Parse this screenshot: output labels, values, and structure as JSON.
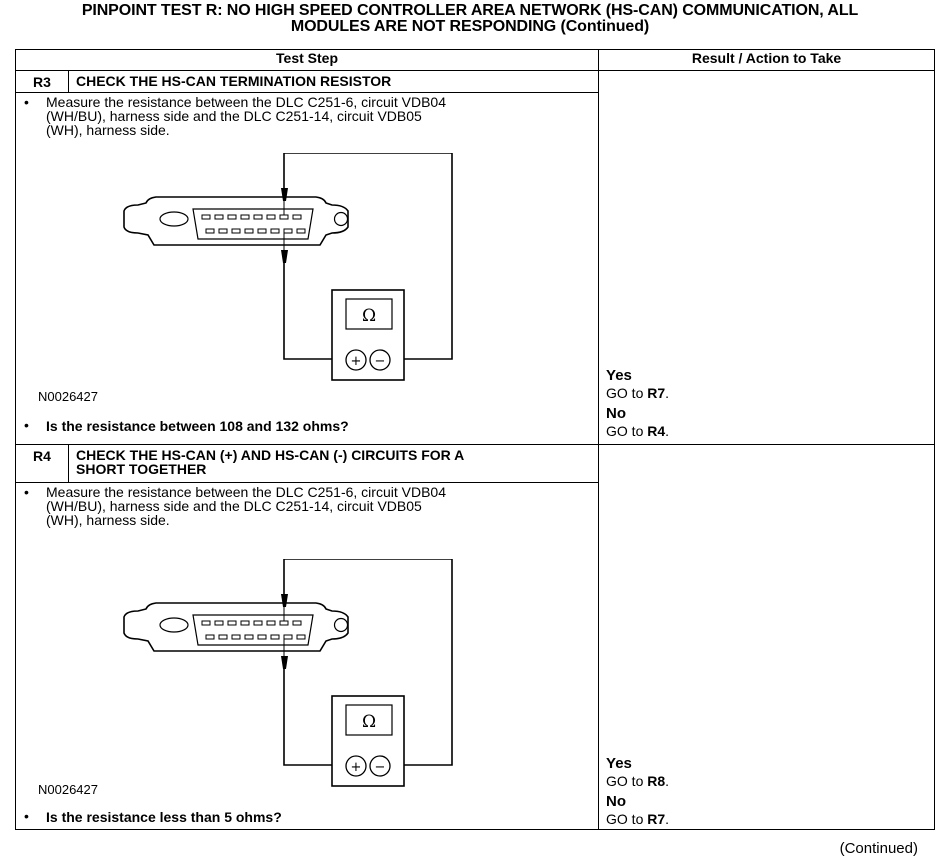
{
  "title_line1": "PINPOINT TEST R: NO HIGH SPEED CONTROLLER AREA NETWORK (HS-CAN) COMMUNICATION, ALL",
  "title_line2": "MODULES ARE NOT RESPONDING (Continued)",
  "headers": {
    "test_step": "Test Step",
    "result": "Result / Action to Take"
  },
  "steps": [
    {
      "id": "R3",
      "title": "CHECK THE HS-CAN TERMINATION RESISTOR",
      "bullet1_line1": "Measure the resistance between the DLC C251-6, circuit VDB04",
      "bullet1_line2": "(WH/BU), harness side and the DLC C251-14, circuit VDB05",
      "bullet1_line3": "(WH), harness side.",
      "meter_symbol": "Ω",
      "plus": "+",
      "minus": "−",
      "figure_id": "N0026427",
      "question": "Is the resistance between 108 and 132 ohms?",
      "yes": "Yes",
      "yes_action": "GO to",
      "yes_target": "R7",
      "no": "No",
      "no_action": "GO to",
      "no_target": "R4"
    },
    {
      "id": "R4",
      "title_line1": "CHECK THE HS-CAN (+) AND HS-CAN (-) CIRCUITS FOR A",
      "title_line2": "SHORT TOGETHER",
      "bullet1_line1": "Measure the resistance between the DLC C251-6, circuit VDB04",
      "bullet1_line2": "(WH/BU), harness side and the DLC C251-14, circuit VDB05",
      "bullet1_line3": "(WH), harness side.",
      "meter_symbol": "Ω",
      "plus": "+",
      "minus": "−",
      "figure_id": "N0026427",
      "question": "Is the resistance less than 5 ohms?",
      "yes": "Yes",
      "yes_action": "GO to",
      "yes_target": "R8",
      "no": "No",
      "no_action": "GO to",
      "no_target": "R7"
    }
  ],
  "period": ".",
  "footer": "(Continued)"
}
